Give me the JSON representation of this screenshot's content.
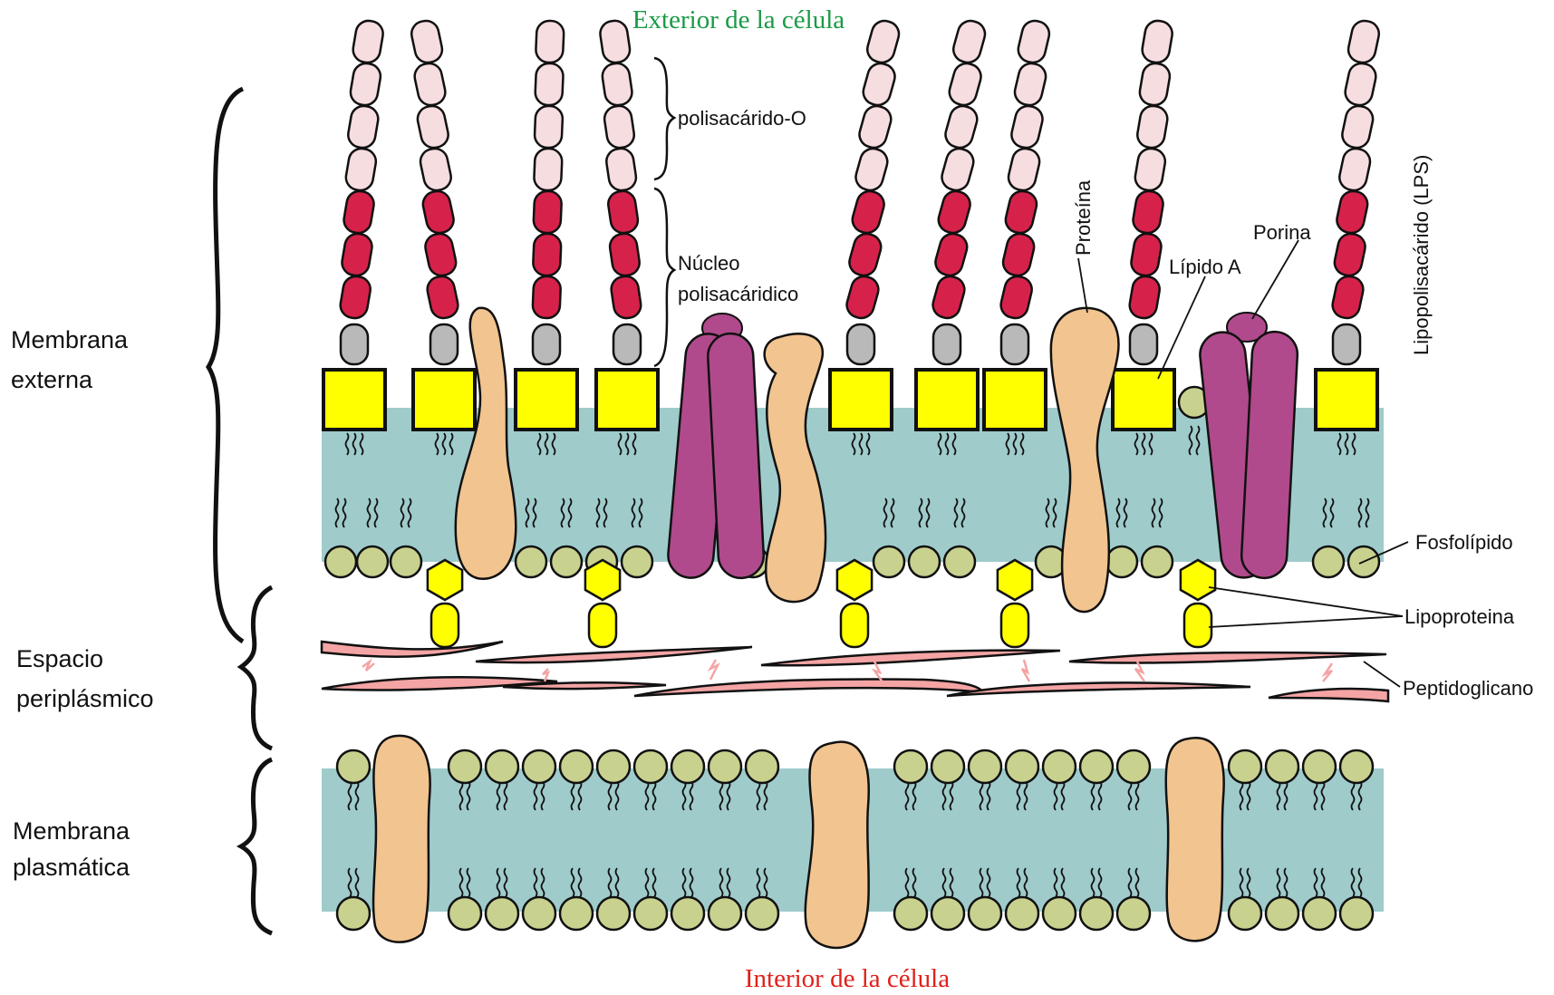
{
  "titles": {
    "exterior": "Exterior de la célula",
    "interior": "Interior de la célula"
  },
  "labels": {
    "o_polysaccharide": "polisacárido-O",
    "core_line1": "Núcleo",
    "core_line2": "polisacáridico",
    "lps": "Lipopolisacárido (LPS)",
    "protein": "Proteína",
    "porin": "Porina",
    "lipid_a": "Lípido A",
    "phospholipid": "Fosfolípido",
    "lipoprotein": "Lipoproteina",
    "peptidoglycan": "Peptidoglicano",
    "outer_membrane_line1": "Membrana",
    "outer_membrane_line2": "externa",
    "periplasm_line1": "Espacio",
    "periplasm_line2": "periplásmico",
    "plasma_membrane_line1": "Membrana",
    "plasma_membrane_line2": "plasmática"
  },
  "colors": {
    "exterior_title": "#1a9a45",
    "interior_title": "#e0201a",
    "membrane": "#9fcbcb",
    "lipid_head": "#c9d18f",
    "o_sugar": "#f6dde0",
    "core_sugar": "#d6224a",
    "core_base": "#b9b9b9",
    "lipid_a": "#ffff00",
    "protein": "#f2c490",
    "porin": "#b04a8c",
    "peptidoglycan": "#f4a4a4"
  }
}
